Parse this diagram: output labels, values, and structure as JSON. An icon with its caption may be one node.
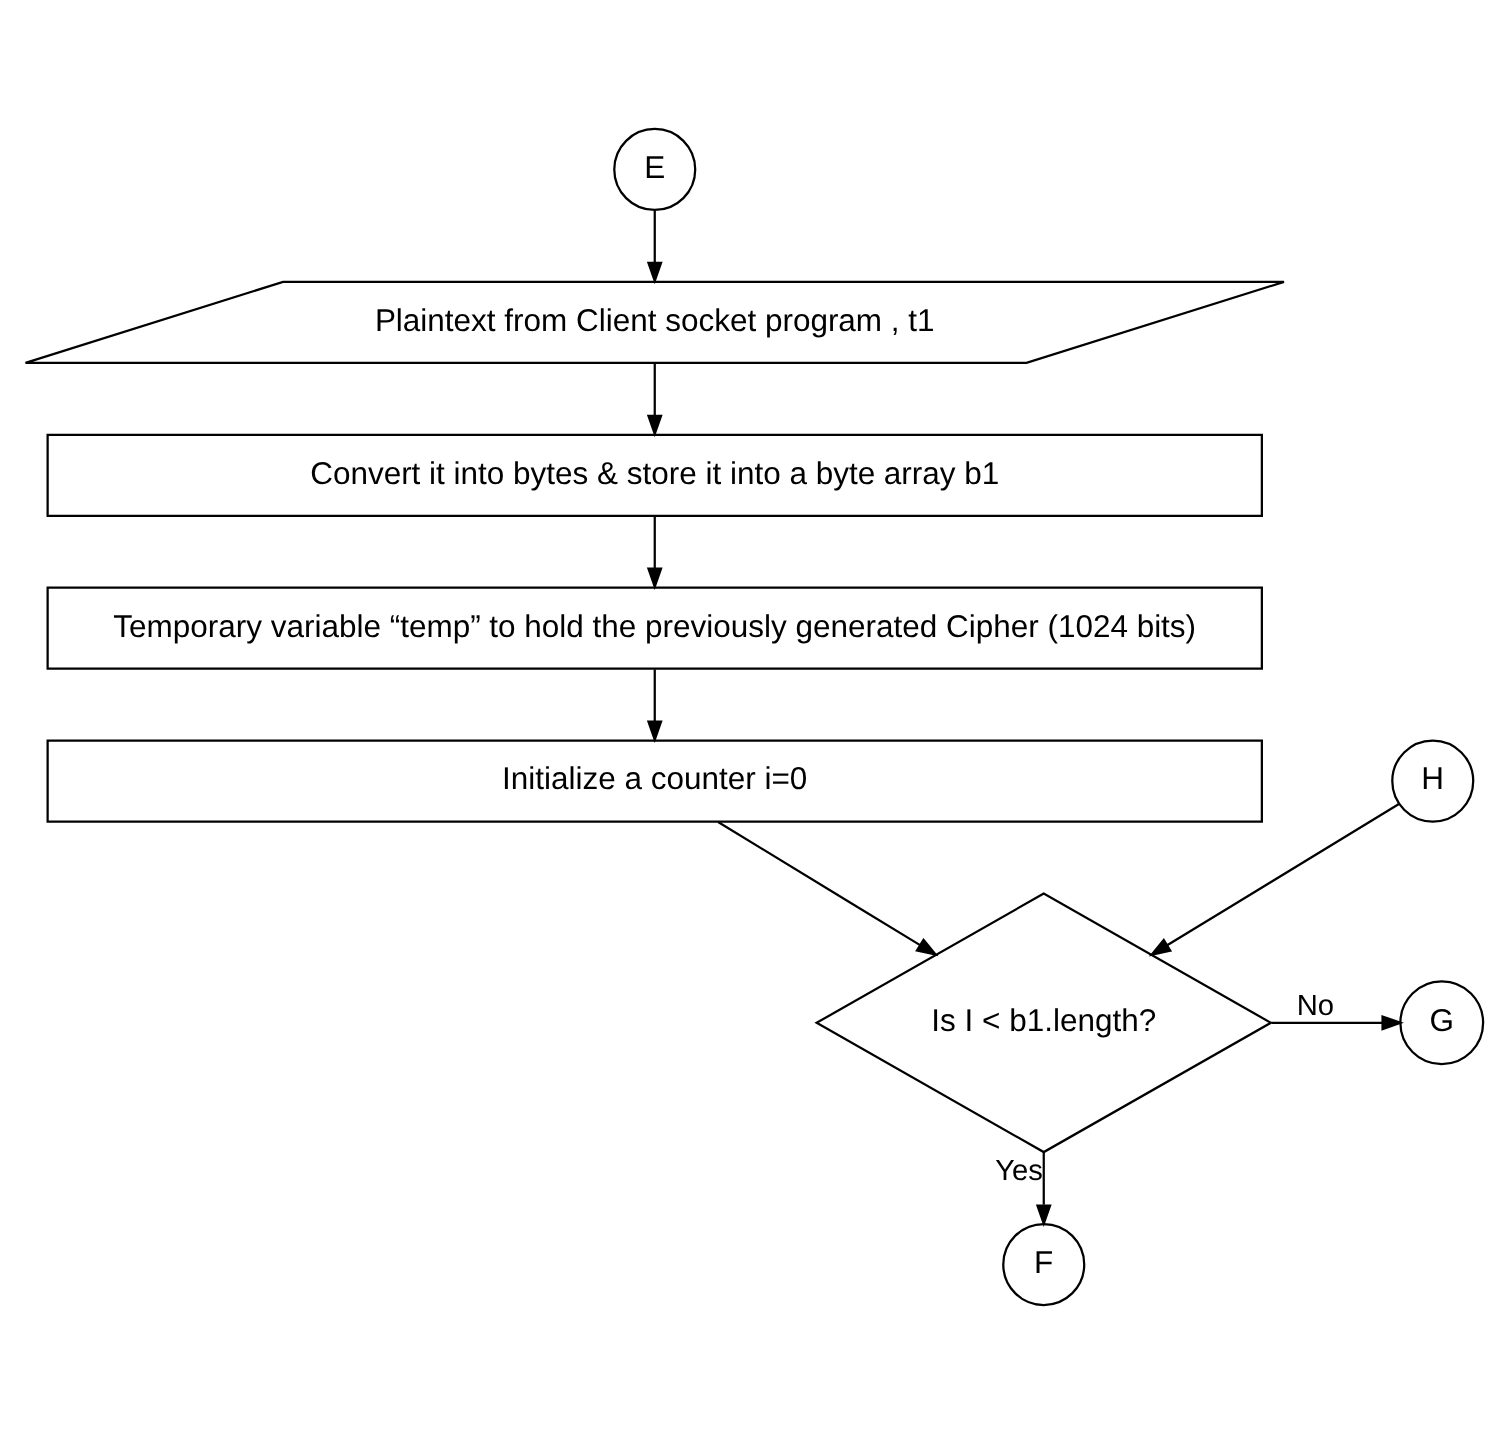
{
  "diagram": {
    "nodes": [
      {
        "text": [
          "E"
        ]
      },
      {
        "text": [
          "Plaintext from Client socket program , t1"
        ]
      },
      {
        "text": [
          "Convert it into bytes & store it into a byte array b1"
        ]
      },
      {
        "text": [
          "Temporary variable “temp” to hold the previously generated Cipher (1024 bits)"
        ]
      },
      {
        "text": [
          "Initialize a counter i=0"
        ]
      },
      {
        "text": [
          "H"
        ]
      },
      {
        "text": [
          "Is I < b1.length?"
        ]
      },
      {
        "text": [
          "G"
        ]
      },
      {
        "text": [
          "F"
        ]
      }
    ],
    "edges": [
      {
        "from": 0,
        "to": 1,
        "arrow": "to"
      },
      {
        "from": 1,
        "to": 2,
        "arrow": "to"
      },
      {
        "from": 2,
        "to": 3,
        "arrow": "to"
      },
      {
        "from": 3,
        "to": 4,
        "arrow": "to"
      },
      {
        "from": 4,
        "to": 6,
        "arrow": "to"
      },
      {
        "from": 5,
        "to": 6,
        "arrow": "to"
      },
      {
        "from": 6,
        "to": 7,
        "arrow": "to",
        "label": "No"
      },
      {
        "from": 6,
        "to": 8,
        "arrow": "to",
        "label": "Yes"
      }
    ]
  }
}
